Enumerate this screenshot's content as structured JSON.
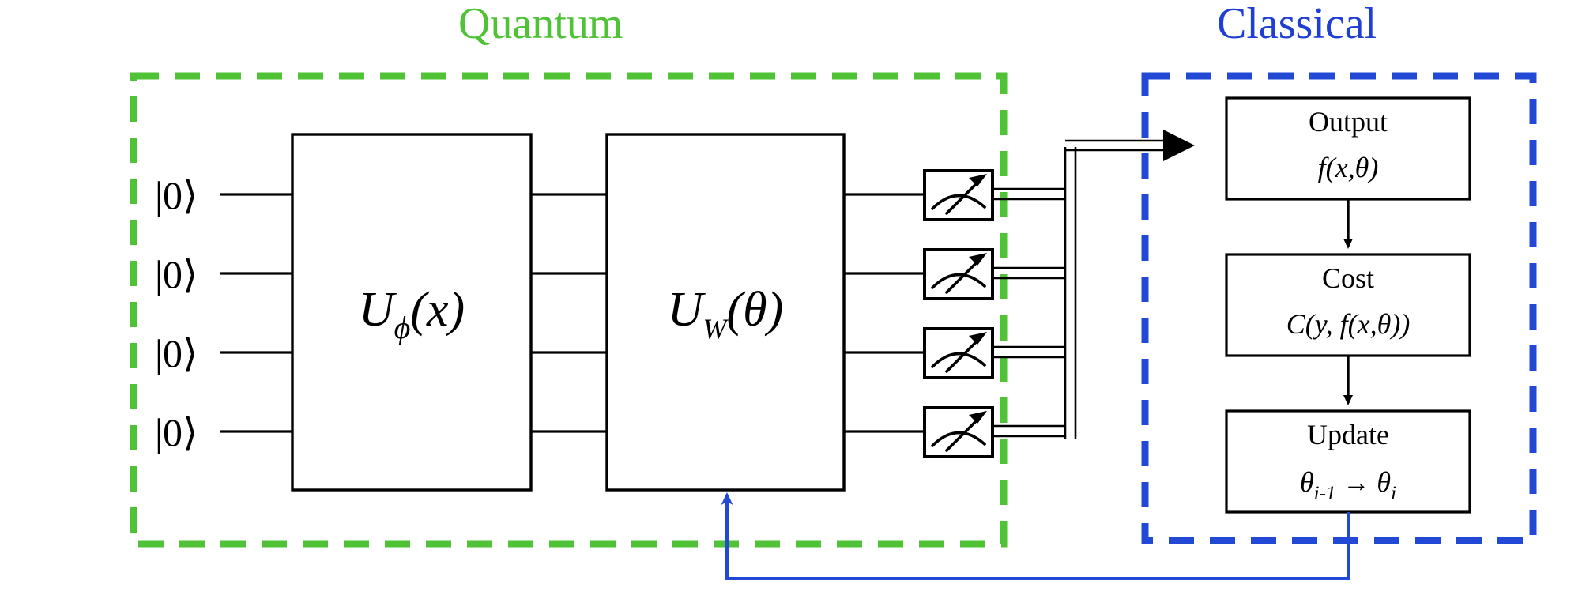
{
  "figure": {
    "title_quantum": "Quantum",
    "title_classical": "Classical",
    "colors": {
      "quantum_border": "#4fc236",
      "classical_border": "#2249d6",
      "feedback_arrow": "#2249d6",
      "wire": "#000000",
      "box_border": "#000000",
      "background": "#ffffff"
    }
  },
  "quantum": {
    "label": "Quantum",
    "qubits": [
      {
        "ket": "|0⟩"
      },
      {
        "ket": "|0⟩"
      },
      {
        "ket": "|0⟩"
      },
      {
        "ket": "|0⟩"
      }
    ],
    "gates": [
      {
        "name": "feature-map-gate",
        "base": "U",
        "subscript": "ϕ",
        "argument": "(x)",
        "label": "Uϕ(x)"
      },
      {
        "name": "variational-gate",
        "base": "U",
        "subscript": "W",
        "argument": "(θ)",
        "label": "UW(θ)"
      }
    ],
    "measurements": [
      {
        "icon": "meter-icon"
      },
      {
        "icon": "meter-icon"
      },
      {
        "icon": "meter-icon"
      },
      {
        "icon": "meter-icon"
      }
    ],
    "bus_label": ""
  },
  "classical": {
    "label": "Classical",
    "blocks": [
      {
        "name": "output-block",
        "title": "Output",
        "formula": "f(x,θ)"
      },
      {
        "name": "cost-block",
        "title": "Cost",
        "formula": "C(y, f(x,θ))"
      },
      {
        "name": "update-block",
        "title": "Update",
        "formula": "θi-1 → θi",
        "formula_base": "θ",
        "formula_sub1": "i-1",
        "formula_arrow": "→",
        "formula_sub2": "i"
      }
    ]
  },
  "connections": [
    {
      "name": "measurement-to-classical-bus",
      "from": "measurements",
      "to": "output-block",
      "style": "double-line-arrow"
    },
    {
      "name": "output-to-cost",
      "from": "output-block",
      "to": "cost-block",
      "style": "arrow"
    },
    {
      "name": "cost-to-update",
      "from": "cost-block",
      "to": "update-block",
      "style": "arrow"
    },
    {
      "name": "update-feedback-to-variational-gate",
      "from": "update-block",
      "to": "variational-gate",
      "style": "feedback-arrow"
    }
  ]
}
